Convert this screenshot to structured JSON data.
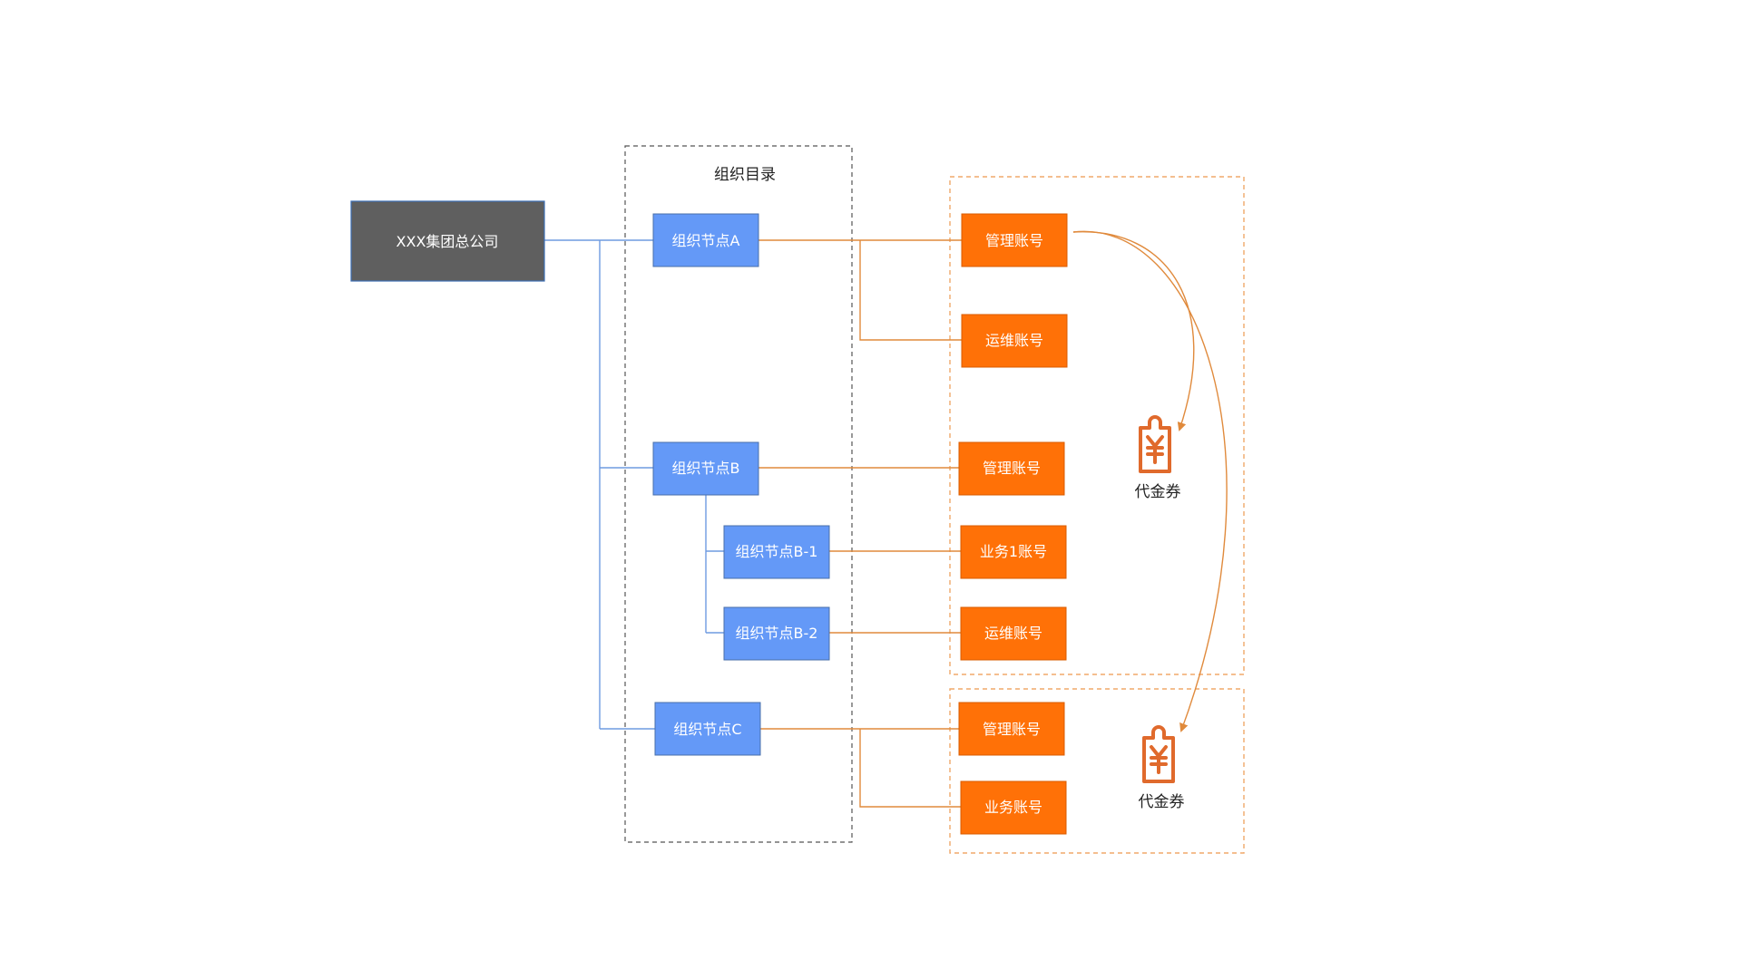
{
  "root": {
    "label": "XXX集团总公司"
  },
  "directory": {
    "title": "组织目录"
  },
  "org_nodes": {
    "a": "组织节点A",
    "b": "组织节点B",
    "b1": "组织节点B-1",
    "b2": "组织节点B-2",
    "c": "组织节点C"
  },
  "accounts": {
    "a_manage": "管理账号",
    "a_ops": "运维账号",
    "b_manage": "管理账号",
    "b1_biz": "业务1账号",
    "b2_ops": "运维账号",
    "c_manage": "管理账号",
    "c_biz": "业务账号"
  },
  "vouchers": [
    {
      "label": "代金券",
      "icon": "voucher-yen-icon"
    },
    {
      "label": "代金券",
      "icon": "voucher-yen-icon"
    }
  ],
  "colors": {
    "root_fill": "#5f5f5f",
    "org_fill": "#6499f7",
    "account_fill": "#ff7107",
    "connector_blue": "#6e9be0",
    "connector_orange": "#e08a3c",
    "voucher_icon": "#e06a2c"
  }
}
